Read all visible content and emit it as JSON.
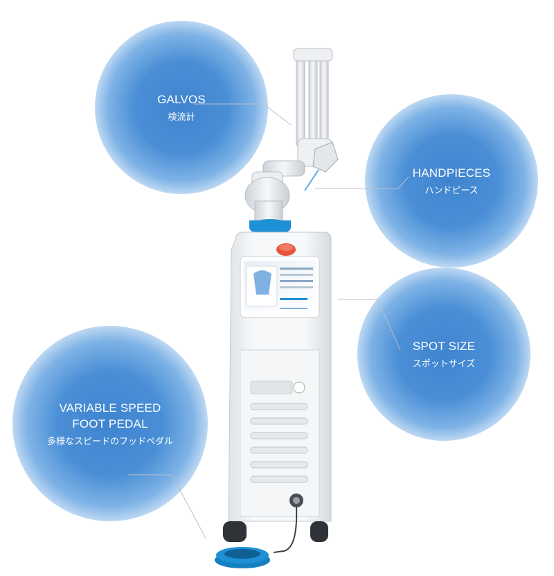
{
  "callouts": {
    "galvos": {
      "en": "GALVOS",
      "jp": "検流計"
    },
    "handpieces": {
      "en": "HANDPIECES",
      "jp": "ハンドピース"
    },
    "spot_size": {
      "en": "SPOT SIZE",
      "jp": "スポットサイズ"
    },
    "foot_pedal": {
      "en_line1": "VARIABLE SPEED",
      "en_line2": "FOOT PEDAL",
      "jp": "多様なスピードのフッドペダル"
    }
  },
  "colors": {
    "bubble": "#4a8fd6",
    "device_accent": "#1e90d6",
    "device_body": "#f2f4f6"
  }
}
